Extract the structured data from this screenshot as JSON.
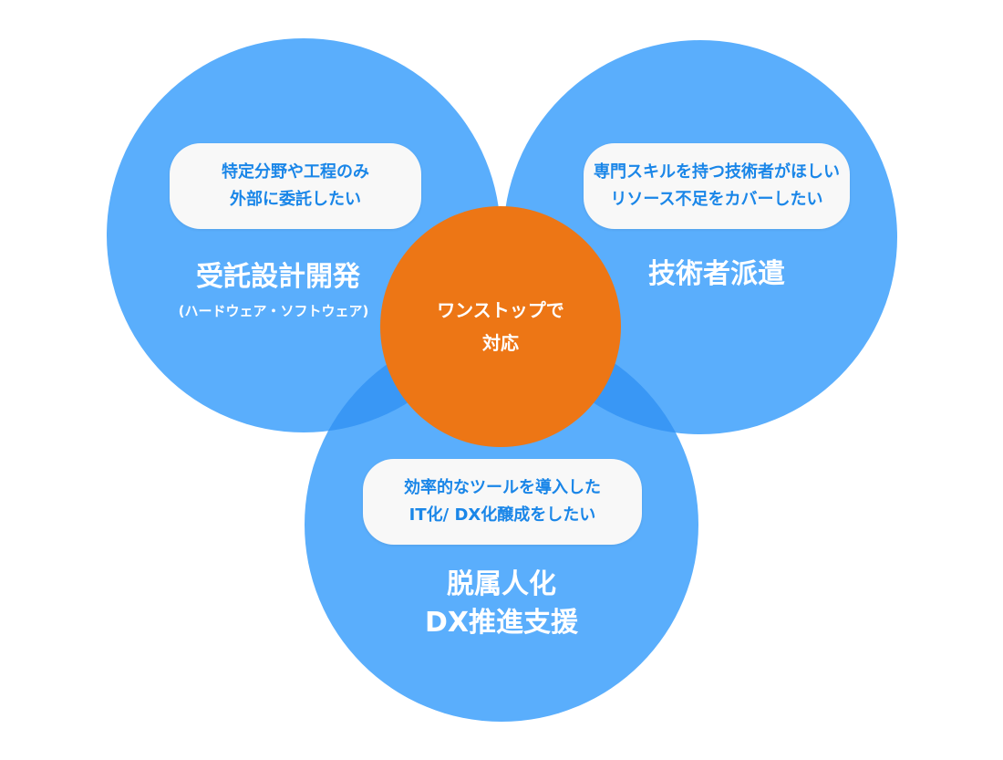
{
  "colors": {
    "circle_blue": "#5aaefc",
    "overlap_blue": "#3997f5",
    "center_orange": "#ed7615",
    "bubble_bg": "#f8f8f8",
    "bubble_text": "#1a86e8"
  },
  "left": {
    "bubble_lines": [
      "特定分野や工程のみ",
      "外部に委託したい"
    ],
    "title": "受託設計開発",
    "subtitle": "(ハードウェア・ソフトウェア)"
  },
  "right": {
    "bubble_lines": [
      "専門スキルを持つ技術者がほしい",
      "リソース不足をカバーしたい"
    ],
    "title": "技術者派遣"
  },
  "bottom": {
    "bubble_lines": [
      "効率的なツールを導入した",
      "IT化/ DX化醸成をしたい"
    ],
    "title_lines": [
      "脱属人化",
      "DX推進支援"
    ]
  },
  "center": {
    "lines": [
      "ワンストップで",
      "対応"
    ]
  }
}
